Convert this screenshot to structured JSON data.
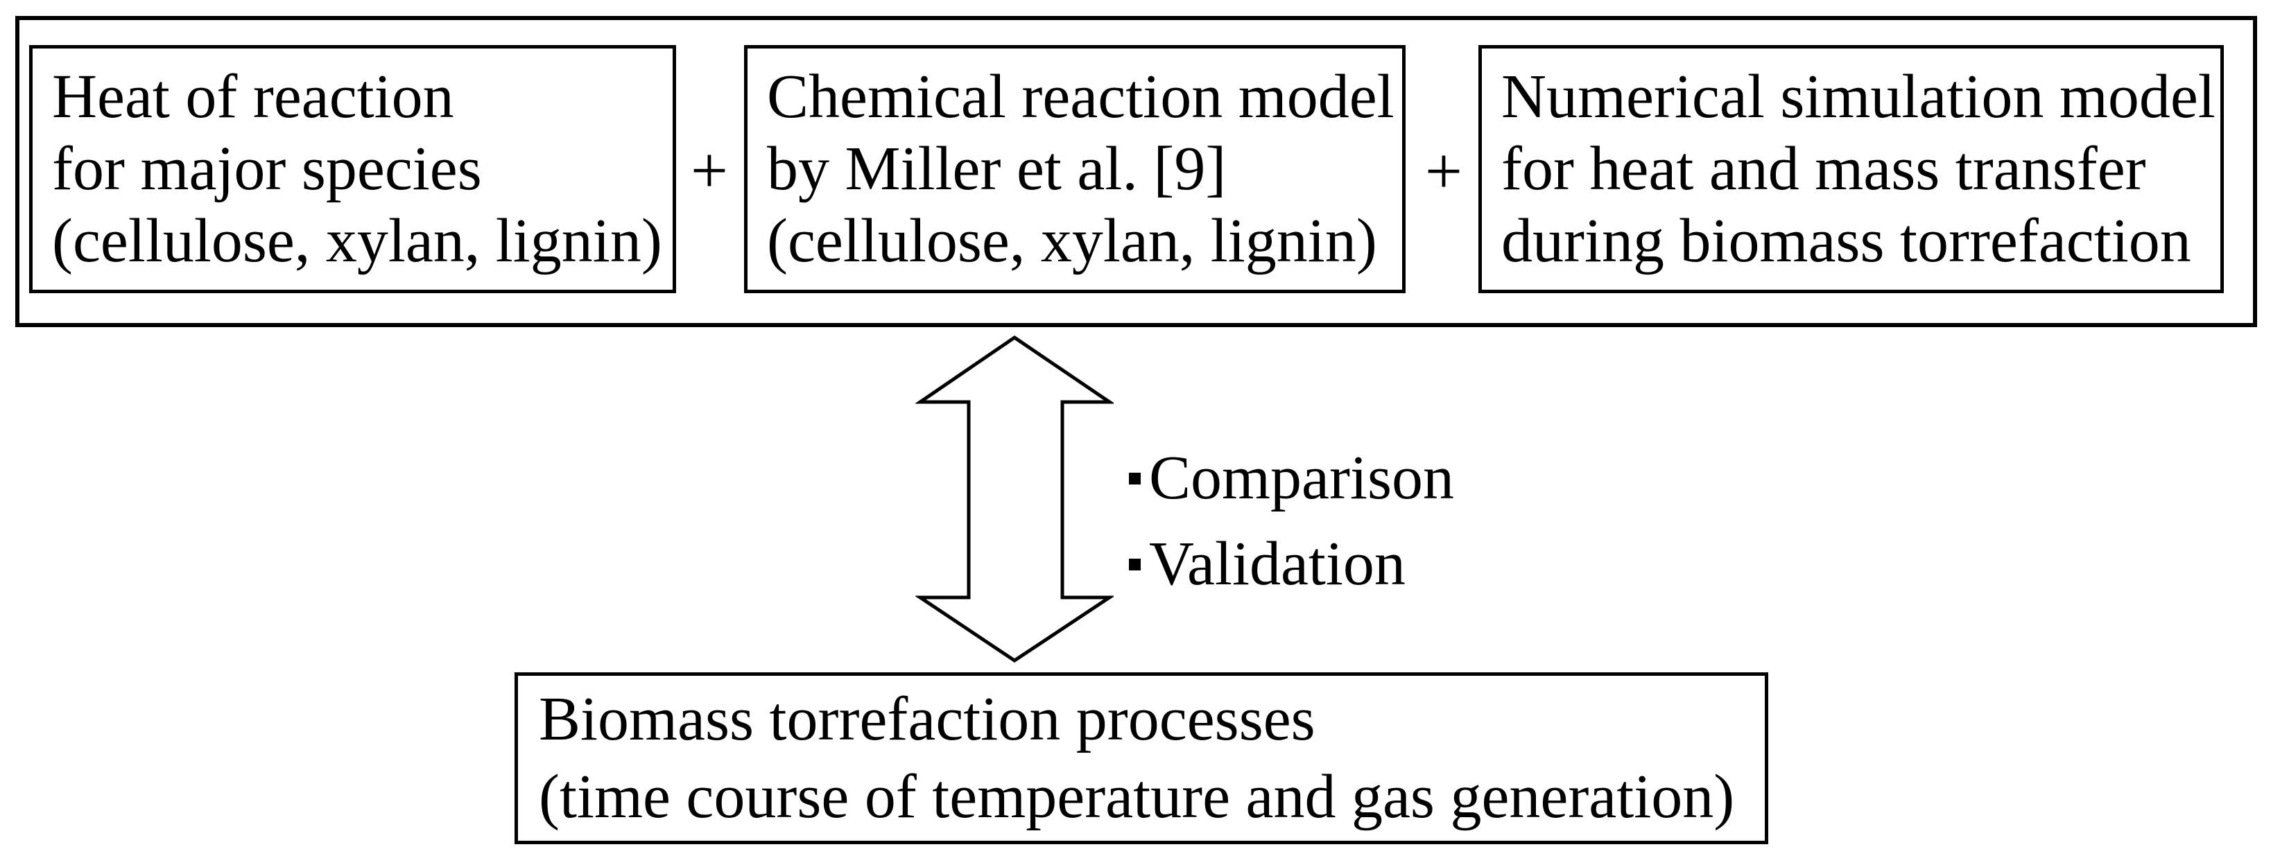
{
  "diagram": {
    "background_color": "#ffffff",
    "line_color": "#000000",
    "top_group": {
      "boxes": [
        {
          "lines": [
            "Heat of reaction",
            "for major species",
            "(cellulose, xylan, lignin)"
          ]
        },
        {
          "lines": [
            "Chemical reaction model",
            "by Miller et al. [9]",
            "(cellulose, xylan, lignin)"
          ]
        },
        {
          "lines": [
            "Numerical simulation model",
            "for heat and mass transfer",
            "during biomass torrefaction"
          ]
        }
      ],
      "operators": [
        "+",
        "+"
      ]
    },
    "annotations": [
      {
        "label": "Comparison"
      },
      {
        "label": "Validation"
      }
    ],
    "bottom_box": {
      "lines": [
        "Biomass torrefaction processes",
        "(time course of temperature and gas generation)"
      ]
    }
  }
}
